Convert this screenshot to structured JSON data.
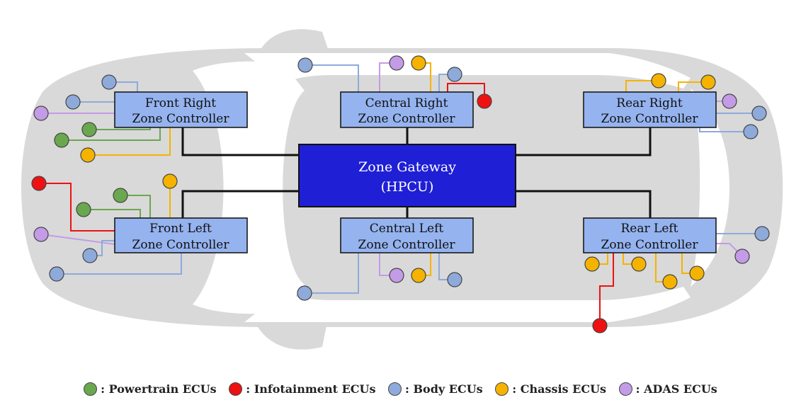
{
  "gateway": {
    "line1": "Zone Gateway",
    "line2": "(HPCU)"
  },
  "zones": {
    "front_right": {
      "line1": "Front Right",
      "line2": "Zone Controller"
    },
    "central_right": {
      "line1": "Central Right",
      "line2": "Zone Controller"
    },
    "rear_right": {
      "line1": "Rear Right",
      "line2": "Zone Controller"
    },
    "front_left": {
      "line1": "Front Left",
      "line2": "Zone Controller"
    },
    "central_left": {
      "line1": "Central Left",
      "line2": "Zone Controller"
    },
    "rear_left": {
      "line1": "Rear Left",
      "line2": "Zone Controller"
    }
  },
  "colors": {
    "powertrain": "#6aa84f",
    "infotainment": "#ee1111",
    "body": "#8eaadb",
    "chassis": "#f5b300",
    "adas": "#c49be6",
    "zone_fill": "#95b3ef",
    "gateway_fill": "#1f1fd6",
    "car_body": "#d9d9d9"
  },
  "legend": [
    {
      "key": "powertrain",
      "label": ": Powertrain ECUs"
    },
    {
      "key": "infotainment",
      "label": ": Infotainment ECUs"
    },
    {
      "key": "body",
      "label": ": Body ECUs"
    },
    {
      "key": "chassis",
      "label": ": Chassis ECUs"
    },
    {
      "key": "adas",
      "label": ": ADAS ECUs"
    }
  ]
}
